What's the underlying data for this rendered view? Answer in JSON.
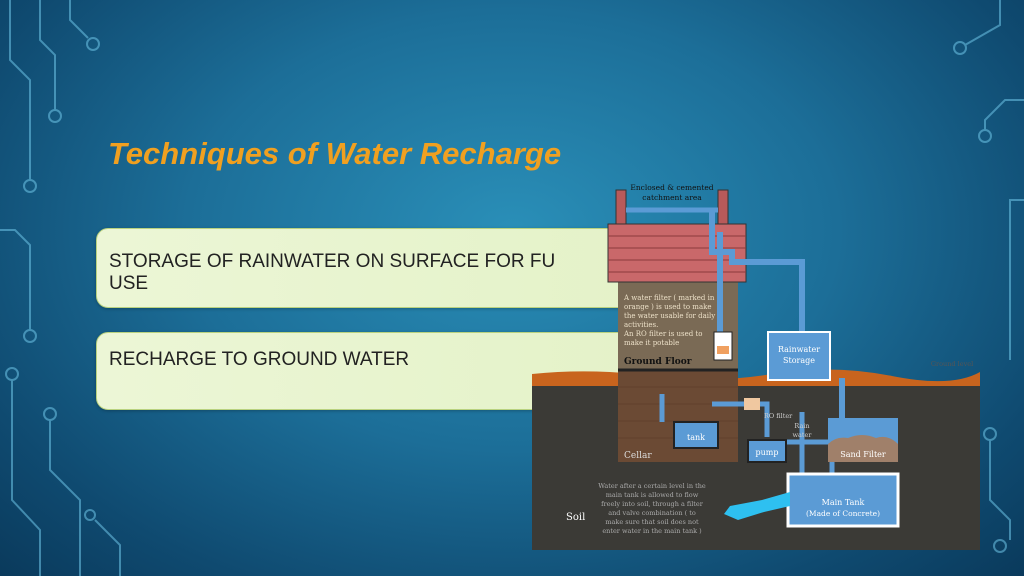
{
  "slide": {
    "title": "Techniques of Water Recharge",
    "bullets": [
      {
        "line1": "STORAGE OF RAINWATER ON SURFACE FOR FU",
        "line2": "USE"
      },
      {
        "line1": "RECHARGE TO GROUND WATER",
        "line2": ""
      }
    ]
  },
  "diagram": {
    "catchment_label_1": "Enclosed & cemented",
    "catchment_label_2": "catchment area",
    "filter_note": [
      "A water filter ( marked in",
      "orange ) is used to make",
      "the water usable for daily",
      "activities.",
      "An RO filter is used to",
      "make it potable"
    ],
    "ground_floor": "Ground Floor",
    "cellar": "Cellar",
    "tank": "tank",
    "pump": "pump",
    "rainwater_storage_1": "Rainwater",
    "rainwater_storage_2": "Storage",
    "ground_level": "Ground level",
    "ro_filter": "RO filter",
    "rain_water_1": "Rain",
    "rain_water_2": "water",
    "sand_filter": "Sand Filter",
    "main_tank_1": "Main Tank",
    "main_tank_2": "(Made of Concrete)",
    "soil": "Soil",
    "soil_note": [
      "Water after a certain level in the",
      "main tank is allowed to flow",
      "freely into soil, through a filter",
      "and valve combination ( to",
      "make sure that soil does not",
      "enter water in the main tank )"
    ]
  },
  "colors": {
    "title": "#f0a020",
    "water": "#5b9bd5",
    "soil": "#3b3a36",
    "roof": "#c9686a"
  }
}
